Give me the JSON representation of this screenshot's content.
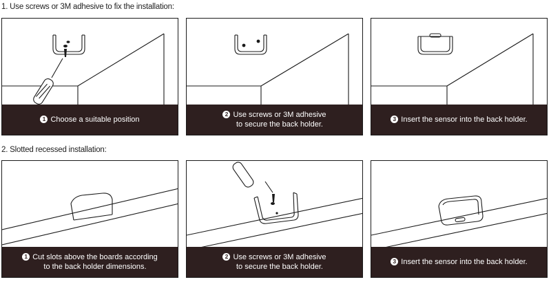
{
  "sections": [
    {
      "title": "1. Use screws or 3M adhesive to fix the installation:",
      "steps": [
        {
          "num": "1",
          "line1": "Choose a suitable position",
          "line2": ""
        },
        {
          "num": "2",
          "line1": "Use screws or 3M adhesive",
          "line2": "to secure  the back holder."
        },
        {
          "num": "3",
          "line1": "Insert the sensor into the back holder.",
          "line2": ""
        }
      ]
    },
    {
      "title": "2. Slotted recessed installation:",
      "steps": [
        {
          "num": "1",
          "line1": "Cut slots above the boards according",
          "line2": "to the back holder dimensions."
        },
        {
          "num": "2",
          "line1": "Use screws or 3M adhesive",
          "line2": "to secure  the back holder."
        },
        {
          "num": "3",
          "line1": "Insert the sensor into the back holder.",
          "line2": ""
        }
      ]
    }
  ],
  "colors": {
    "caption_bg": "#2e1f1f",
    "line": "#1a1a1a"
  }
}
